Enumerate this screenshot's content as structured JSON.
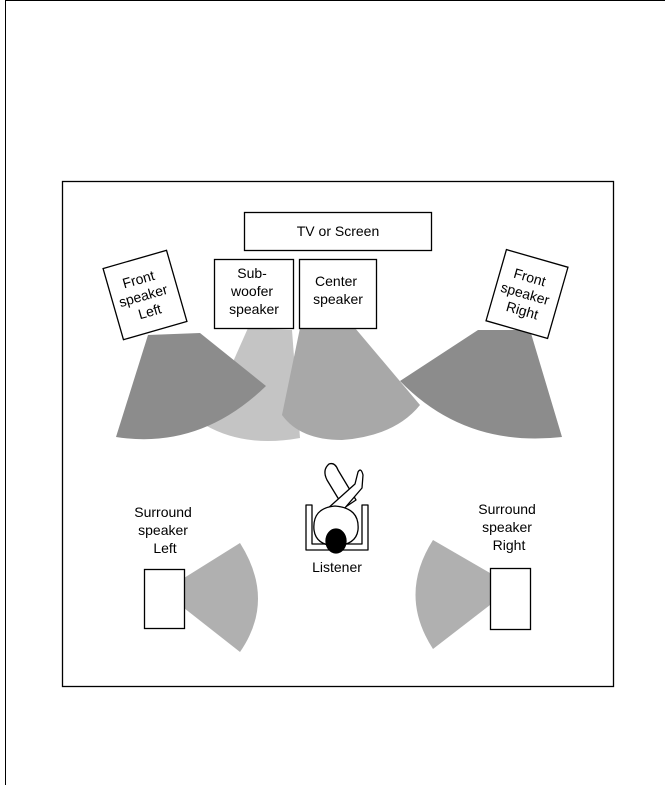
{
  "labels": {
    "tv": "TV or Screen",
    "front_left": [
      "Front",
      "speaker",
      "Left"
    ],
    "subwoofer": [
      "Sub-",
      "woofer",
      "speaker"
    ],
    "center": [
      "Center",
      "speaker"
    ],
    "front_right": [
      "Front",
      "speaker",
      "Right"
    ],
    "surround_left": [
      "Surround",
      "speaker",
      "Left"
    ],
    "surround_right": [
      "Surround",
      "speaker",
      "Right"
    ],
    "listener": "Listener"
  },
  "colors": {
    "front_cone": "#8c8c8c",
    "subwoofer_cone": "#c4c4c4",
    "center_cone": "#a8a8a8",
    "surround_cone": "#b0b0b0",
    "line": "#000000",
    "background": "#ffffff"
  }
}
